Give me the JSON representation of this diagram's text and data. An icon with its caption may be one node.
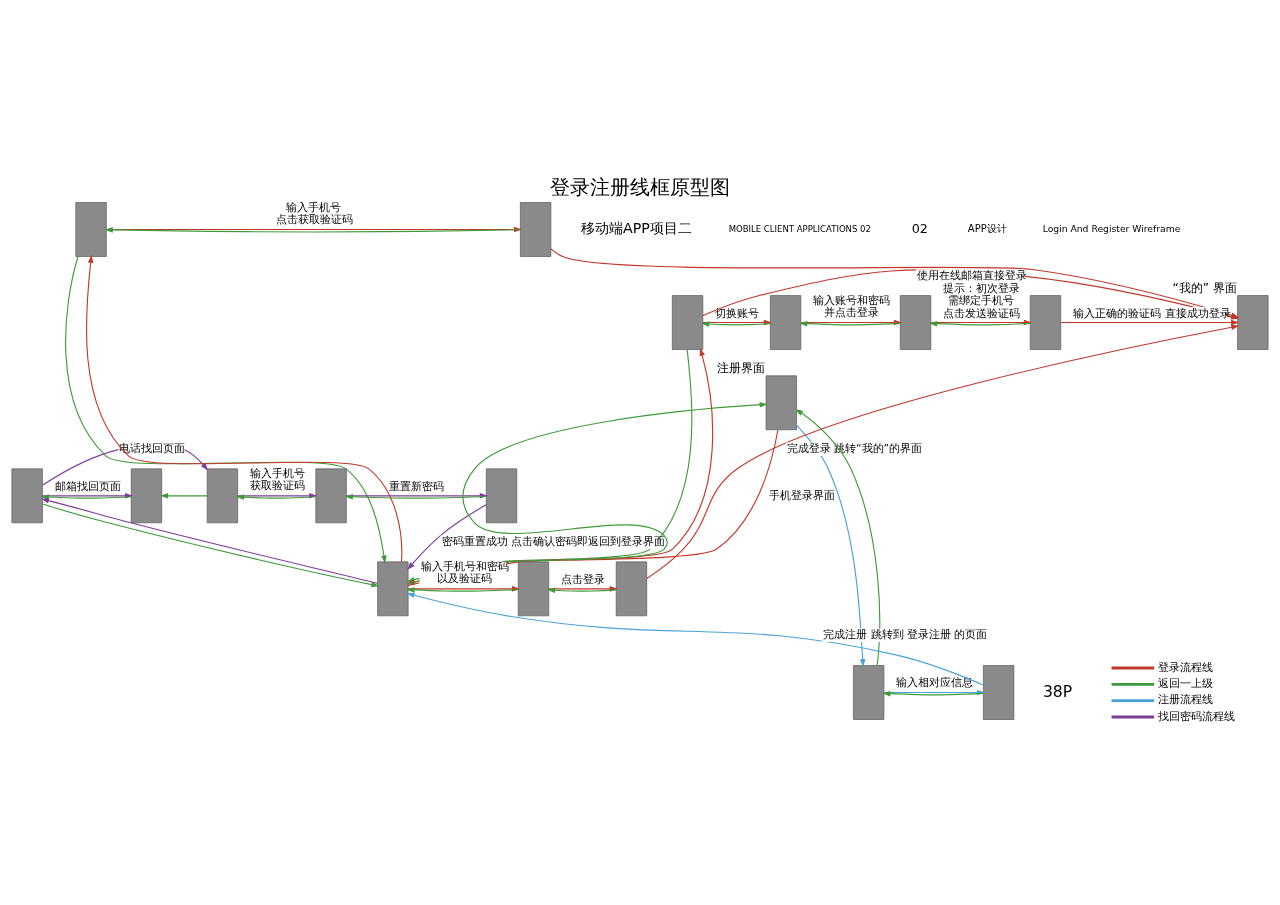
{
  "diagram": {
    "title": "登录注册线框原型图",
    "nodes": [
      {
        "text": [],
        "shape": "box"
      },
      {
        "text": [],
        "shape": "box"
      },
      {
        "text": [],
        "shape": "box"
      },
      {
        "text": [],
        "shape": "box"
      },
      {
        "text": [],
        "shape": "box"
      },
      {
        "text": [],
        "shape": "box"
      },
      {
        "text": [],
        "shape": "box",
        "beside": [
          "“我的” 界面"
        ]
      },
      {
        "text": [],
        "shape": "box",
        "beside": [
          "注册界面"
        ]
      },
      {
        "text": [],
        "shape": "box"
      },
      {
        "text": [],
        "shape": "box"
      },
      {
        "text": [],
        "shape": "box"
      },
      {
        "text": [],
        "shape": "box"
      },
      {
        "text": [],
        "shape": "box"
      },
      {
        "text": [],
        "shape": "box"
      },
      {
        "text": [],
        "shape": "box"
      },
      {
        "text": [],
        "shape": "box"
      },
      {
        "text": [],
        "shape": "box"
      },
      {
        "text": [],
        "shape": "box"
      }
    ],
    "edges": [
      {
        "from": 0,
        "to": 1,
        "arrow": "to",
        "label": "输入手机号点击获取验证码",
        "color": "#c0392b"
      },
      {
        "from": 1,
        "to": 0,
        "arrow": "to",
        "color": "#3f9b3a"
      },
      {
        "from": 1,
        "to": 6,
        "arrow": "to",
        "color": "#c0392b"
      },
      {
        "from": 2,
        "to": 3,
        "arrow": "to",
        "label": "切换账号",
        "color": "#c0392b"
      },
      {
        "from": 3,
        "to": 2,
        "arrow": "to",
        "color": "#3f9b3a"
      },
      {
        "from": 3,
        "to": 4,
        "arrow": "to",
        "label": "输入账号和密码并点击登录",
        "color": "#c0392b"
      },
      {
        "from": 4,
        "to": 3,
        "arrow": "to",
        "color": "#3f9b3a"
      },
      {
        "from": 4,
        "to": 5,
        "arrow": "to",
        "label": "提示：初次登录需绑定手机号点击发送验证码",
        "color": "#c0392b"
      },
      {
        "from": 5,
        "to": 4,
        "arrow": "to",
        "color": "#3f9b3a"
      },
      {
        "from": 5,
        "to": 6,
        "arrow": "to",
        "label": "输入正确的验证码 直接成功登录",
        "color": "#c0392b"
      },
      {
        "from": 2,
        "to": 6,
        "arrow": "to",
        "label": "使用在线邮箱直接登录",
        "color": "#c0392b"
      },
      {
        "from": 8,
        "to": 9,
        "arrow": "to",
        "label": "邮箱找回页面",
        "color": "#7d3c98"
      },
      {
        "from": 9,
        "to": 8,
        "arrow": "to",
        "color": "#3f9b3a"
      },
      {
        "from": 8,
        "to": 10,
        "arrow": "to",
        "label": "电话找回页面",
        "color": "#7d3c98"
      },
      {
        "from": 10,
        "to": 9,
        "arrow": "to",
        "color": "#3f9b3a"
      },
      {
        "from": 10,
        "to": 11,
        "arrow": "to",
        "label": "输入手机号获取验证码",
        "color": "#7d3c98"
      },
      {
        "from": 11,
        "to": 10,
        "arrow": "to",
        "color": "#3f9b3a"
      },
      {
        "from": 11,
        "to": 12,
        "arrow": "to",
        "label": "重置新密码",
        "color": "#7d3c98"
      },
      {
        "from": 12,
        "to": 11,
        "arrow": "to",
        "color": "#3f9b3a"
      },
      {
        "from": 12,
        "to": 13,
        "arrow": "to",
        "label": "密码重置成功 点击确认密码即返回到登录界面",
        "color": "#7d3c98"
      },
      {
        "from": 13,
        "to": 14,
        "arrow": "to",
        "label": "输入手机号和密码以及验证码",
        "color": "#c0392b"
      },
      {
        "from": 14,
        "to": 13,
        "arrow": "to",
        "color": "#3f9b3a"
      },
      {
        "from": 14,
        "to": 15,
        "arrow": "to",
        "label": "点击登录",
        "color": "#c0392b"
      },
      {
        "from": 15,
        "to": 14,
        "arrow": "to",
        "color": "#3f9b3a"
      },
      {
        "from": 15,
        "to": 6,
        "arrow": "to",
        "label": "完成登录 跳转“我的”的界面",
        "color": "#c0392b"
      },
      {
        "from": 7,
        "to": 13,
        "arrow": "to",
        "label": "手机登录界面",
        "color": "#c0392b"
      },
      {
        "from": 13,
        "to": 0,
        "arrow": "to",
        "color": "#c0392b"
      },
      {
        "from": 13,
        "to": 2,
        "arrow": "to",
        "color": "#c0392b"
      },
      {
        "from": 13,
        "to": 8,
        "arrow": "to",
        "color": "#7d3c98"
      },
      {
        "from": 0,
        "to": 13,
        "arrow": "to",
        "color": "#3f9b3a"
      },
      {
        "from": 2,
        "to": 13,
        "arrow": "to",
        "color": "#3f9b3a"
      },
      {
        "from": 8,
        "to": 13,
        "arrow": "to",
        "color": "#3f9b3a"
      },
      {
        "from": 13,
        "to": 7,
        "arrow": "to",
        "color": "#3f9b3a"
      },
      {
        "from": 7,
        "to": 16,
        "arrow": "to",
        "color": "#4aa3d6"
      },
      {
        "from": 16,
        "to": 17,
        "arrow": "to",
        "label": "输入相对应信息",
        "color": "#4aa3d6"
      },
      {
        "from": 17,
        "to": 16,
        "arrow": "to",
        "color": "#3f9b3a"
      },
      {
        "from": 17,
        "to": 13,
        "arrow": "to",
        "label": "完成注册 跳转到 登录注册 的页面",
        "color": "#4aa3d6"
      },
      {
        "from": 16,
        "to": 7,
        "arrow": "to",
        "color": "#3f9b3a"
      }
    ],
    "labels": [
      "移动端APP项目二",
      "MOBILE CLIENT APPLICATIONS 02",
      "02",
      "APP设计",
      "Login And Register Wireframe",
      "38P"
    ],
    "legend": [
      {
        "text": "登录流程线",
        "color": "#c0392b"
      },
      {
        "text": "返回一上级",
        "color": "#3f9b3a"
      },
      {
        "text": "注册流程线",
        "color": "#4aa3d6"
      },
      {
        "text": "找回密码流程线",
        "color": "#7d3c98"
      }
    ]
  }
}
